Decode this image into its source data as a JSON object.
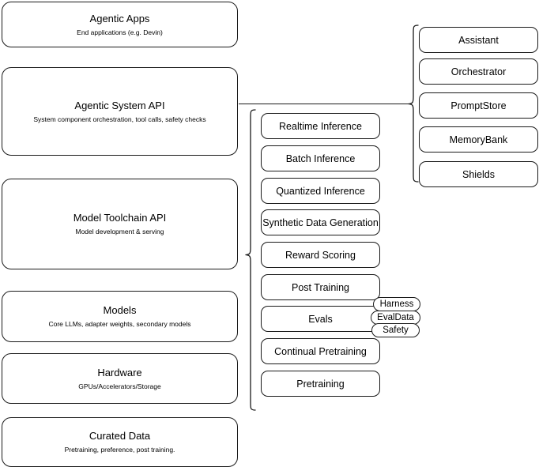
{
  "diagram": {
    "layers": [
      {
        "title": "Agentic Apps",
        "subtitle": "End applications (e.g. Devin)"
      },
      {
        "title": "Agentic System API",
        "subtitle": "System component orchestration, tool calls, safety checks"
      },
      {
        "title": "Model Toolchain API",
        "subtitle": "Model development & serving"
      },
      {
        "title": "Models",
        "subtitle": "Core LLMs, adapter weights, secondary models"
      },
      {
        "title": "Hardware",
        "subtitle": "GPUs/Accelerators/Storage"
      },
      {
        "title": "Curated Data",
        "subtitle": "Pretraining, preference, post training."
      }
    ],
    "toolchain_items": [
      {
        "label": "Realtime Inference"
      },
      {
        "label": "Batch Inference"
      },
      {
        "label": "Quantized Inference"
      },
      {
        "label": "Synthetic Data Generation"
      },
      {
        "label": "Reward Scoring"
      },
      {
        "label": "Post Training"
      },
      {
        "label": "Evals"
      },
      {
        "label": "Continual Pretraining"
      },
      {
        "label": "Pretraining"
      }
    ],
    "system_items": [
      {
        "label": "Assistant"
      },
      {
        "label": "Orchestrator"
      },
      {
        "label": "PromptStore"
      },
      {
        "label": "MemoryBank"
      },
      {
        "label": "Shields"
      }
    ],
    "eval_tags": [
      {
        "label": "Harness"
      },
      {
        "label": "EvalData"
      },
      {
        "label": "Safety"
      }
    ],
    "colors": {
      "stroke": "#1a1a1a",
      "background": "#ffffff",
      "text": "#000000"
    }
  }
}
